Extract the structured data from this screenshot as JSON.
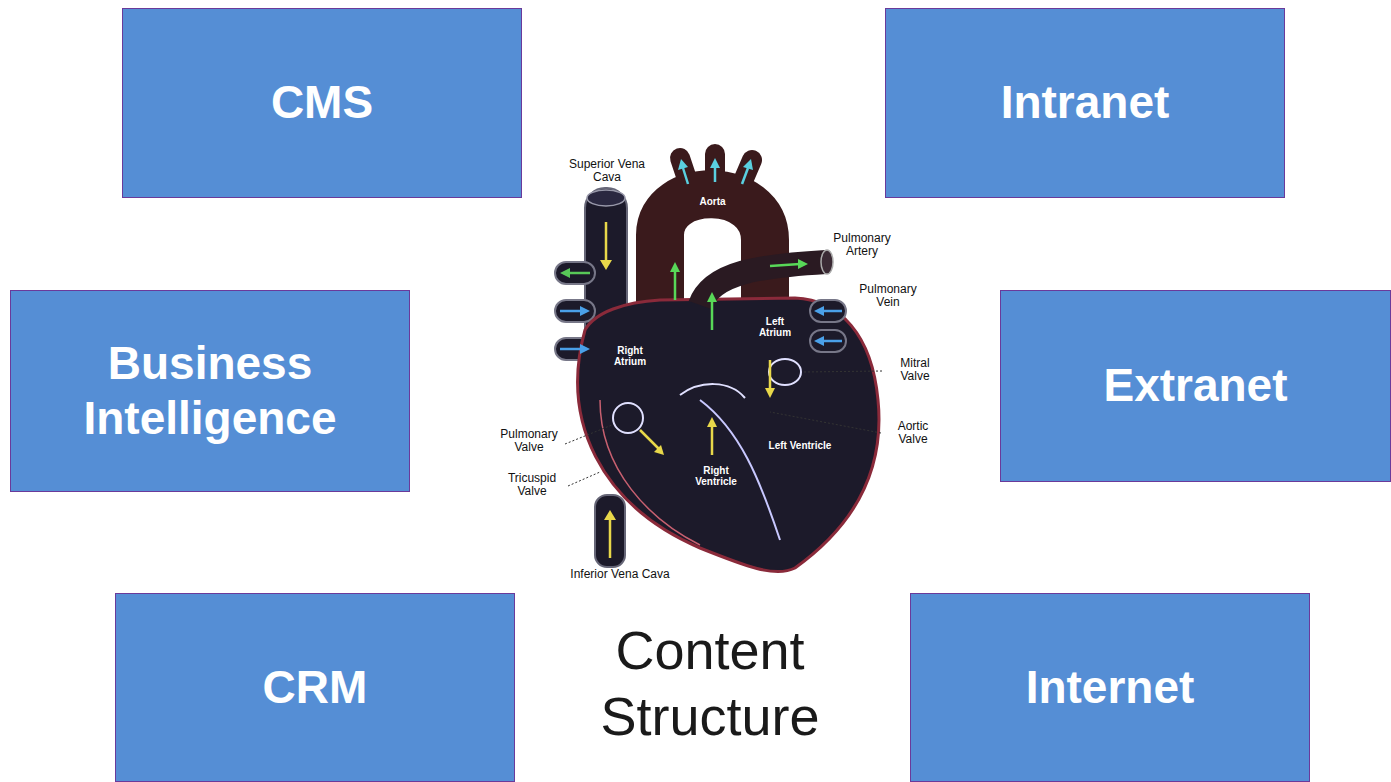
{
  "diagram": {
    "nodes": [
      {
        "text": [
          "CMS"
        ]
      },
      {
        "text": [
          "Intranet"
        ]
      },
      {
        "text": [
          "Business Intelligence"
        ]
      },
      {
        "text": [
          "Extranet"
        ]
      },
      {
        "text": [
          "CRM"
        ]
      },
      {
        "text": [
          "Internet"
        ]
      }
    ],
    "labels": [
      "Superior Vena Cava",
      "Aorta",
      "Pulmonary Artery",
      "Pulmonary Vein",
      "Right Atrium",
      "Left Atrium",
      "Mitral Valve",
      "Left Ventricle",
      "Aortic Valve",
      "Pulmonary Valve",
      "Right Ventricle",
      "Tricuspid Valve",
      "Inferior Vena Cava",
      "Content Structure"
    ]
  }
}
